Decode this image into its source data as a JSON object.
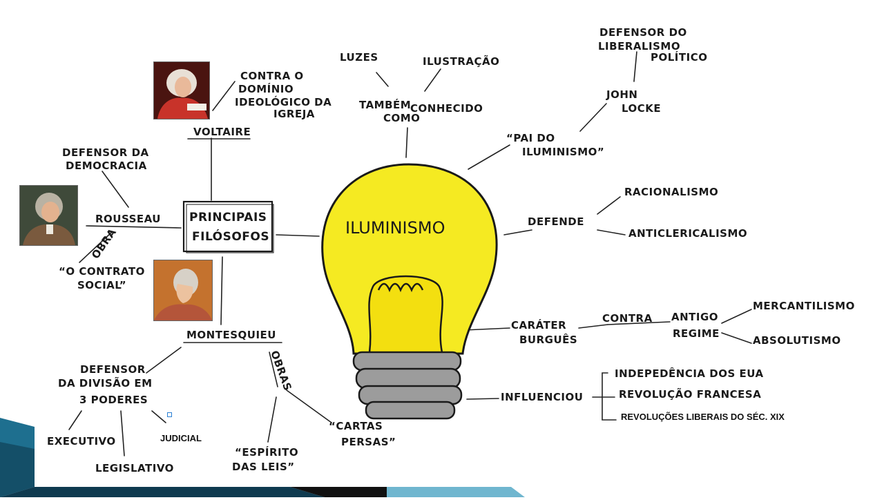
{
  "center": {
    "label": "ILUMINISMO"
  },
  "top_branch": {
    "connector": [
      "TAMBÉM",
      "COMO"
    ],
    "connector2": "CONHECIDO",
    "leaves": [
      "LUZES",
      "ILUSTRAÇÃO"
    ]
  },
  "locke_branch": {
    "connector": [
      "“PAI DO",
      "ILUMINISMO”"
    ],
    "name": [
      "JOHN",
      "LOCKE"
    ],
    "desc": [
      "DEFENSOR DO",
      "LIBERALISMO",
      "POLÍTICO"
    ]
  },
  "defende_branch": {
    "connector": "DEFENDE",
    "leaves": [
      "RACIONALISMO",
      "ANTICLERICALISMO"
    ]
  },
  "carater_branch": {
    "label": [
      "CARÁTER",
      "BURGUÊS"
    ],
    "connector": "CONTRA",
    "target": [
      "ANTIGO",
      "REGIME"
    ],
    "leaves": [
      "MERCANTILISMO",
      "ABSOLUTISMO"
    ]
  },
  "influenciou_branch": {
    "connector": "INFLUENCIOU",
    "leaves": [
      "INDEPEDÊNCIA DOS EUA",
      "REVOLUÇÃO FRANCESA"
    ],
    "printed_leaf": "REVOLUÇÕES LIBERAIS DO SÉC. XIX"
  },
  "filosofos": {
    "label": [
      "PRINCIPAIS",
      "FILÓSOFOS"
    ],
    "voltaire": {
      "name": "VOLTAIRE",
      "desc": [
        "CONTRA O",
        "DOMÍNIO",
        "IDEOLÓGICO DA",
        "IGREJA"
      ]
    },
    "rousseau": {
      "name": "ROUSSEAU",
      "desc": [
        "DEFENSOR DA",
        "DEMOCRACIA"
      ],
      "obra_label": "OBRA",
      "obra": [
        "“O CONTRATO",
        "SOCIAL”"
      ]
    },
    "montesquieu": {
      "name": "MONTESQUIEU",
      "desc": [
        "DEFENSOR",
        "DA DIVISÃO EM",
        "3 PODERES"
      ],
      "poderes": [
        "EXECUTIVO",
        "LEGISLATIVO"
      ],
      "judicial_printed": "JUDICIAL",
      "obras_label": "OBRAS",
      "obras": [
        [
          "“ESPÍRITO",
          "DAS LEIS”"
        ],
        [
          "“CARTAS",
          "PERSAS”"
        ]
      ]
    }
  },
  "colors": {
    "bulb": "#f5ea22",
    "bulb_outline": "#1a1a1a",
    "screw": "#9c9c9c",
    "corner_dark": "#0e3a4f",
    "corner_mid": "#1e6f8f",
    "corner_light": "#6fb6cf"
  }
}
